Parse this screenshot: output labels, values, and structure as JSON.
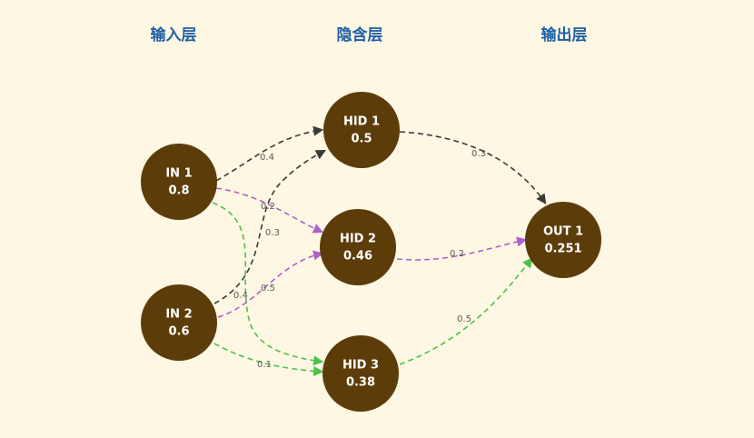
{
  "layers": {
    "input": "输入层",
    "hidden": "隐含层",
    "output": "输出层"
  },
  "colors": {
    "background": "#fdf7e3",
    "title": "#1f5fa5",
    "node": "#5c3d0a",
    "edge_dark": "#3a3a3a",
    "edge_purple": "#b061c8",
    "edge_green": "#4cc24c"
  },
  "nodes": {
    "in1": {
      "name": "IN 1",
      "value": "0.8"
    },
    "in2": {
      "name": "IN 2",
      "value": "0.6"
    },
    "hid1": {
      "name": "HID 1",
      "value": "0.5"
    },
    "hid2": {
      "name": "HID 2",
      "value": "0.46"
    },
    "hid3": {
      "name": "HID 3",
      "value": "0.38"
    },
    "out1": {
      "name": "OUT 1",
      "value": "0.251"
    }
  },
  "edges": {
    "in1_hid1": {
      "weight": "0.4",
      "color": "dark"
    },
    "in1_hid2": {
      "weight": "0.2",
      "color": "purple"
    },
    "in1_hid3": {
      "weight": "0.4",
      "color": "green"
    },
    "in2_hid1": {
      "weight": "0.3",
      "color": "dark"
    },
    "in2_hid2": {
      "weight": "0.5",
      "color": "purple"
    },
    "in2_hid3": {
      "weight": "0.1",
      "color": "green"
    },
    "hid1_out1": {
      "weight": "0.3",
      "color": "dark"
    },
    "hid2_out1": {
      "weight": "0.2",
      "color": "purple"
    },
    "hid3_out1": {
      "weight": "0.5",
      "color": "green"
    }
  }
}
